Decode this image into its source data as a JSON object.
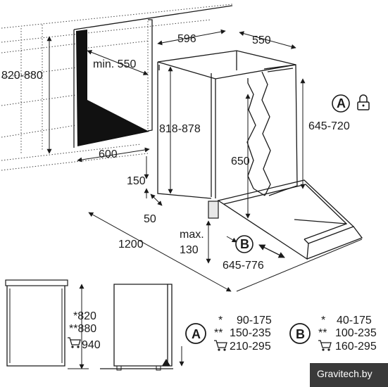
{
  "dimensions": {
    "width": "596",
    "depth": "550",
    "niche_height": "820-880",
    "min_depth": "min. 550",
    "appliance_height": "818-878",
    "niche_base": "600",
    "tub_height": "650",
    "door_height": "645-720",
    "plinth_150": "150",
    "plinth_50": "50",
    "open_door": "1200",
    "max_label": "max.",
    "max_value": "130",
    "door_depth": "645-776"
  },
  "markers": {
    "a": "A",
    "b": "B"
  },
  "table": {
    "row1_key": "*",
    "row2_key": "**",
    "heights": [
      "*820",
      "**880",
      "940"
    ],
    "a_values": [
      "90-175",
      "150-235",
      "210-295"
    ],
    "b_values": [
      "40-175",
      "100-235",
      "160-295"
    ]
  },
  "icons": {
    "lock": "lock-icon",
    "cart": "shopping-cart-icon"
  },
  "watermark": "Gravitech.by"
}
